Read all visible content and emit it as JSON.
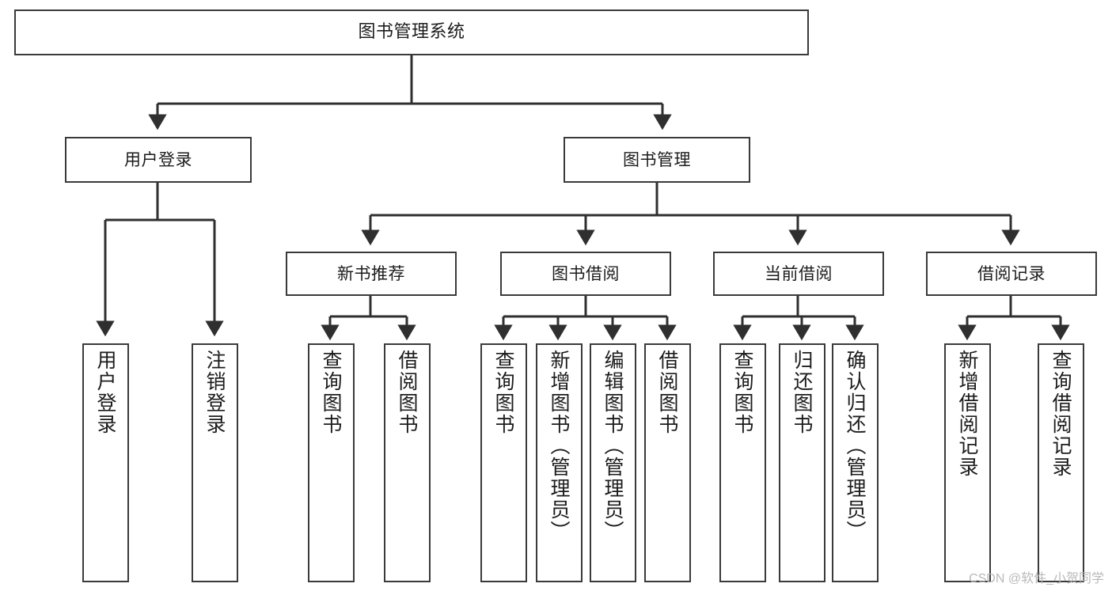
{
  "diagram": {
    "type": "tree-hierarchy",
    "title": "图书管理系统",
    "watermark": "CSDN @软件_小贺同学",
    "colors": {
      "background": "#ffffff",
      "node_fill": "#ffffff",
      "node_border": "#3a3a3a",
      "connector": "#2f2f2f",
      "text": "#1c1c1c",
      "watermark": "#b9b9b9"
    },
    "nodes": {
      "root": {
        "id": "root",
        "label": "图书管理系统",
        "level": 0,
        "orientation": "horizontal"
      },
      "level1": [
        {
          "id": "user-login",
          "label": "用户登录",
          "level": 1,
          "orientation": "horizontal"
        },
        {
          "id": "book-management",
          "label": "图书管理",
          "level": 1,
          "orientation": "horizontal"
        }
      ],
      "level2": [
        {
          "id": "new-book-recommend",
          "label": "新书推荐",
          "level": 2,
          "orientation": "horizontal",
          "parent": "book-management"
        },
        {
          "id": "book-borrow",
          "label": "图书借阅",
          "level": 2,
          "orientation": "horizontal",
          "parent": "book-management"
        },
        {
          "id": "current-borrow",
          "label": "当前借阅",
          "level": 2,
          "orientation": "horizontal",
          "parent": "book-management"
        },
        {
          "id": "borrow-record",
          "label": "借阅记录",
          "level": 2,
          "orientation": "horizontal",
          "parent": "book-management"
        }
      ],
      "leaves": [
        {
          "id": "leaf-user-login",
          "label": "用户登录",
          "level": 3,
          "orientation": "vertical",
          "parent": "user-login"
        },
        {
          "id": "leaf-logout-login",
          "label": "注销登录",
          "level": 3,
          "orientation": "vertical",
          "parent": "user-login"
        },
        {
          "id": "leaf-query-book-1",
          "label": "查询图书",
          "level": 3,
          "orientation": "vertical",
          "parent": "new-book-recommend"
        },
        {
          "id": "leaf-borrow-book-1",
          "label": "借阅图书",
          "level": 3,
          "orientation": "vertical",
          "parent": "new-book-recommend"
        },
        {
          "id": "leaf-query-book-2",
          "label": "查询图书",
          "level": 3,
          "orientation": "vertical",
          "parent": "book-borrow"
        },
        {
          "id": "leaf-add-book-admin",
          "label": "新增图书（管理员）",
          "level": 3,
          "orientation": "vertical",
          "parent": "book-borrow"
        },
        {
          "id": "leaf-edit-book-admin",
          "label": "编辑图书（管理员）",
          "level": 3,
          "orientation": "vertical",
          "parent": "book-borrow"
        },
        {
          "id": "leaf-borrow-book-2",
          "label": "借阅图书",
          "level": 3,
          "orientation": "vertical",
          "parent": "book-borrow"
        },
        {
          "id": "leaf-query-book-3",
          "label": "查询图书",
          "level": 3,
          "orientation": "vertical",
          "parent": "current-borrow"
        },
        {
          "id": "leaf-return-book",
          "label": "归还图书",
          "level": 3,
          "orientation": "vertical",
          "parent": "current-borrow"
        },
        {
          "id": "leaf-confirm-return-admin",
          "label": "确认归还（管理员）",
          "level": 3,
          "orientation": "vertical",
          "parent": "current-borrow"
        },
        {
          "id": "leaf-add-borrow-record",
          "label": "新增借阅记录",
          "level": 3,
          "orientation": "vertical",
          "parent": "borrow-record"
        },
        {
          "id": "leaf-query-borrow-record",
          "label": "查询借阅记录",
          "level": 3,
          "orientation": "vertical",
          "parent": "borrow-record"
        }
      ]
    }
  }
}
